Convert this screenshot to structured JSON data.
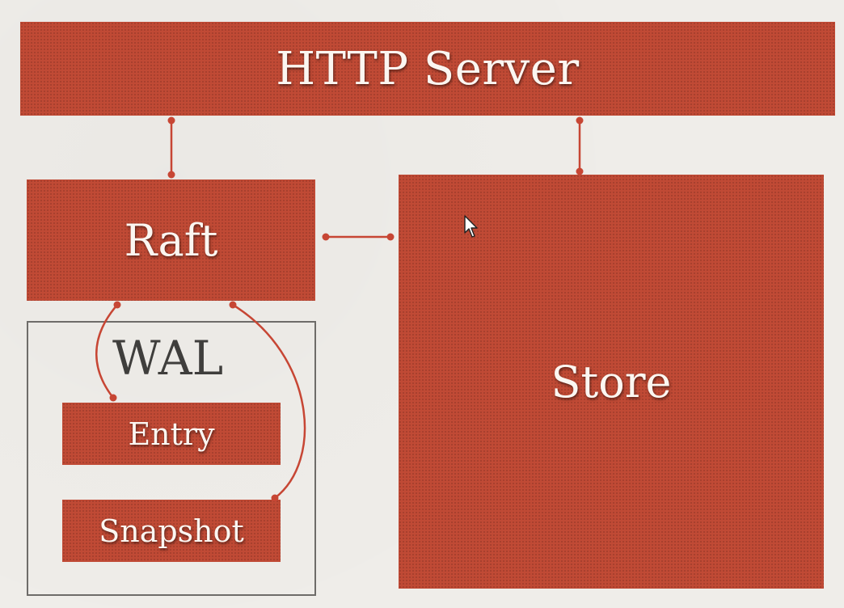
{
  "diagram": {
    "http_server": {
      "label": "HTTP Server"
    },
    "raft": {
      "label": "Raft"
    },
    "store": {
      "label": "Store"
    },
    "wal": {
      "label": "WAL",
      "entry": {
        "label": "Entry"
      },
      "snapshot": {
        "label": "Snapshot"
      }
    }
  },
  "colors": {
    "block_fill": "#c04a35",
    "connector": "#c74634",
    "wal_border": "#6e6c69",
    "background": "#efede9"
  },
  "icons": {
    "cursor": "mouse-pointer-icon"
  }
}
